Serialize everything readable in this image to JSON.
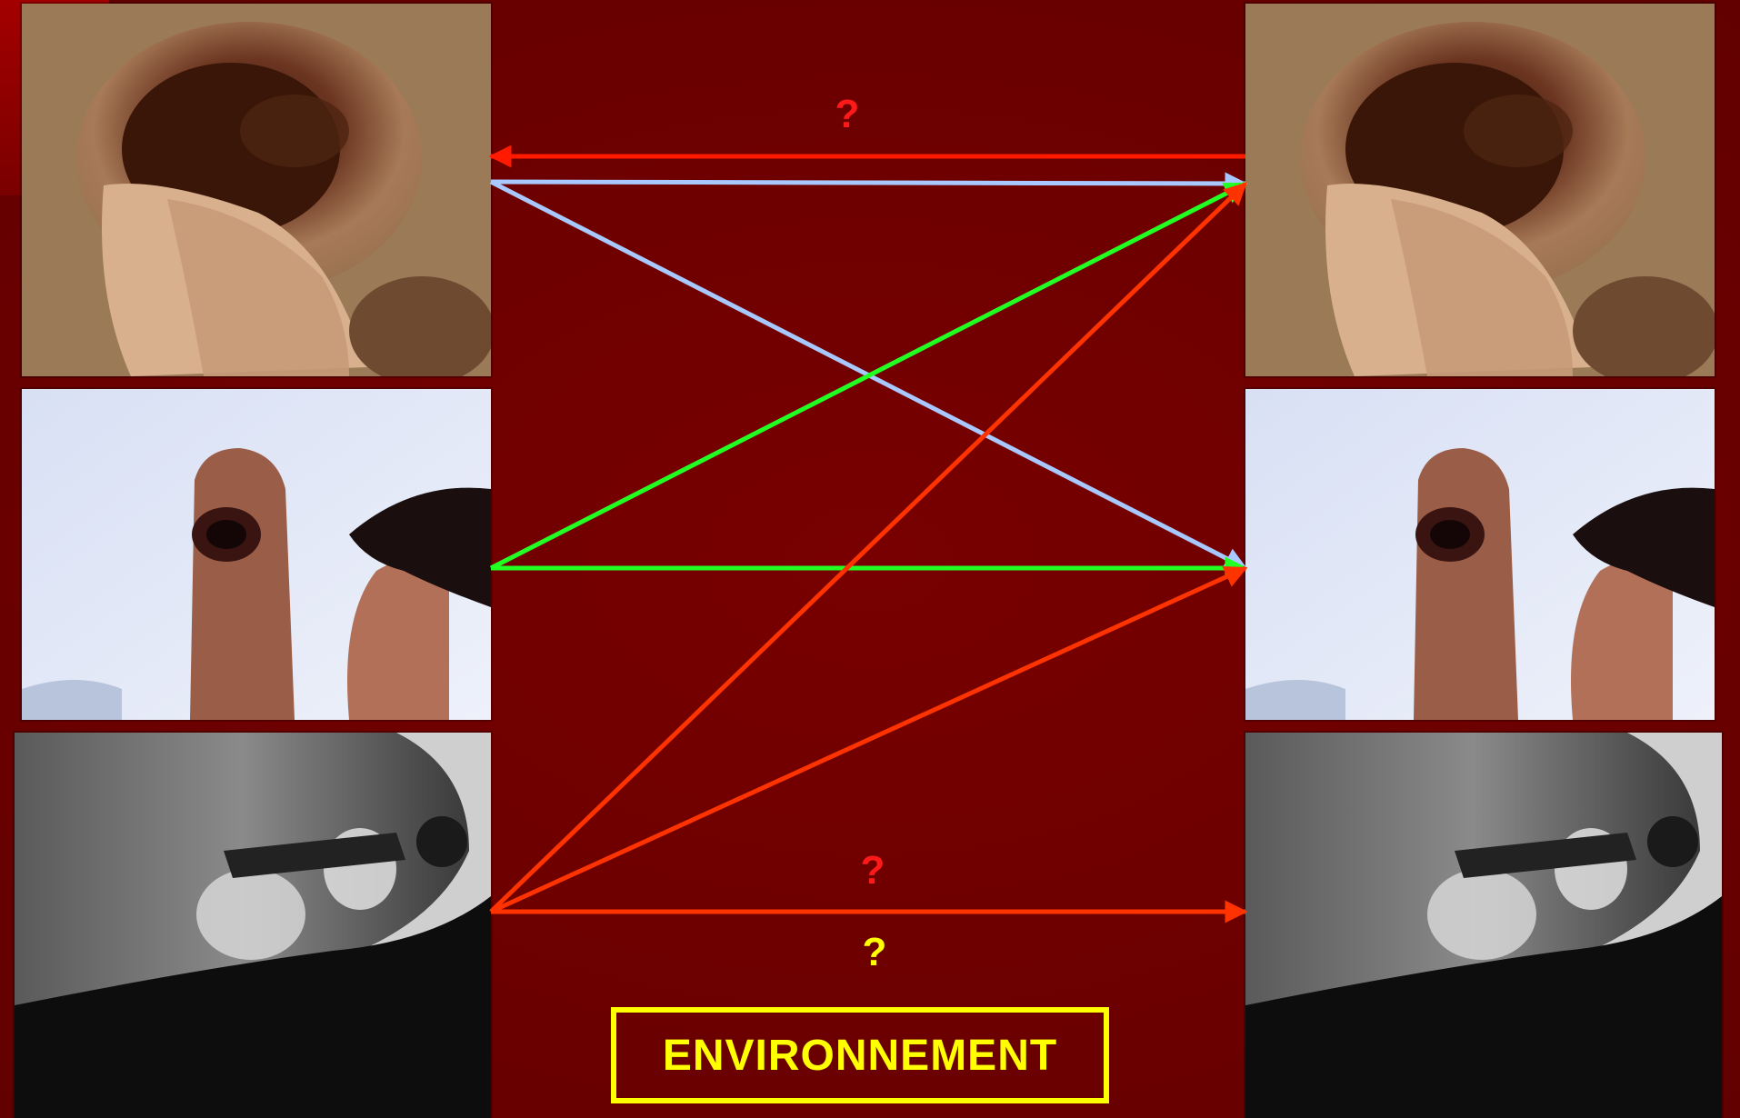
{
  "diagram": {
    "photos": [
      {
        "id": "mouth-left",
        "subject": "mouth-lesion-photo",
        "tone": "#8a5a3a"
      },
      {
        "id": "finger-left",
        "subject": "finger-lesion-photo",
        "tone": "#9a6a52"
      },
      {
        "id": "animal-left",
        "subject": "animal-mouth-photo-grayscale",
        "tone": "#7a7a7a"
      },
      {
        "id": "mouth-right",
        "subject": "mouth-lesion-photo",
        "tone": "#8a5a3a"
      },
      {
        "id": "finger-right",
        "subject": "finger-lesion-photo",
        "tone": "#9a6a52"
      },
      {
        "id": "animal-right",
        "subject": "animal-mouth-photo-grayscale",
        "tone": "#7a7a7a"
      }
    ],
    "edges": [
      {
        "id": "mouth-right-to-mouth-left",
        "from": "mouth-right",
        "to": "mouth-left",
        "color": "#ff1a00"
      },
      {
        "id": "mouth-left-to-mouth-right",
        "from": "mouth-left",
        "to": "mouth-right",
        "color": "#a8c8ff"
      },
      {
        "id": "mouth-left-to-finger-right",
        "from": "mouth-left",
        "to": "finger-right",
        "color": "#a8c8ff"
      },
      {
        "id": "finger-left-to-mouth-right",
        "from": "finger-left",
        "to": "mouth-right",
        "color": "#22ff22"
      },
      {
        "id": "finger-left-to-finger-right",
        "from": "finger-left",
        "to": "finger-right",
        "color": "#22ff22"
      },
      {
        "id": "animal-left-to-mouth-right",
        "from": "animal-left",
        "to": "mouth-right",
        "color": "#ff3300"
      },
      {
        "id": "animal-left-to-finger-right",
        "from": "animal-left",
        "to": "finger-right",
        "color": "#ff3300"
      },
      {
        "id": "animal-left-to-animal-right",
        "from": "animal-left",
        "to": "animal-right",
        "color": "#ff3300"
      }
    ],
    "question_marks": {
      "top": {
        "text": "?",
        "color": "#ff1a1a"
      },
      "bottom_upper": {
        "text": "?",
        "color": "#ff1a1a"
      },
      "bottom_lower": {
        "text": "?",
        "color": "#ffff00"
      }
    },
    "environment": {
      "label": "ENVIRONNEMENT",
      "color": "#ffff00"
    }
  }
}
